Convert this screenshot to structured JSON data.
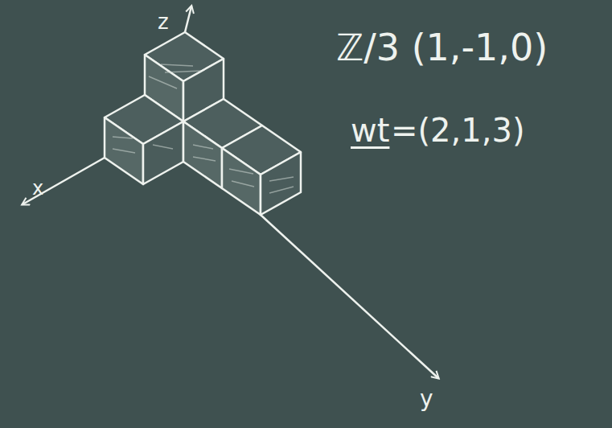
{
  "diagram": {
    "labels": [
      "z",
      "x",
      "y",
      "ℤ/3 (1,-1,0)",
      "wt",
      "=(2,1,3)"
    ]
  }
}
